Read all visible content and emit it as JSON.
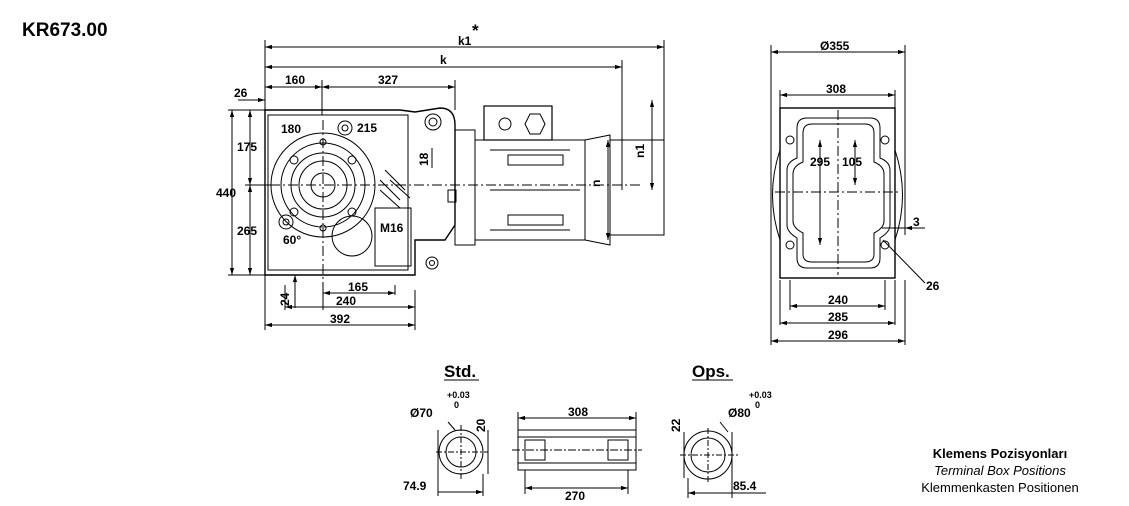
{
  "title": "KR673.00",
  "legend": {
    "line1": "Klemens Pozisyonları",
    "line2": "Terminal Box Positions",
    "line3": "Klemmenkasten Positionen"
  },
  "dims": {
    "k1": "k1",
    "asterisk": "*",
    "k": "k",
    "d26": "26",
    "d160": "160",
    "d327": "327",
    "d180": "180",
    "d215": "215",
    "d175": "175",
    "d440": "440",
    "d265": "265",
    "d60": "60°",
    "d18": "18",
    "m16": "M16",
    "n": "n",
    "n1": "n1",
    "d24": "24",
    "d165": "165",
    "d240": "240",
    "d392": "392",
    "phi355": "Ø355",
    "d308": "308",
    "d295": "295",
    "d105": "105",
    "d3": "3",
    "d26b": "26",
    "d240b": "240",
    "d285": "285",
    "d296": "296"
  },
  "shafts": {
    "std_label": "Std.",
    "ops_label": "Ops.",
    "std_tol_plus": "+0.03",
    "std_tol_zero": "0",
    "std_dia": "Ø70",
    "std_key": "20",
    "std_depth": "74.9",
    "hollow_len": "308",
    "hollow_inner": "270",
    "ops_tol_plus": "+0.03",
    "ops_tol_zero": "0",
    "ops_dia": "Ø80",
    "ops_key": "22",
    "ops_depth": "85.4"
  }
}
